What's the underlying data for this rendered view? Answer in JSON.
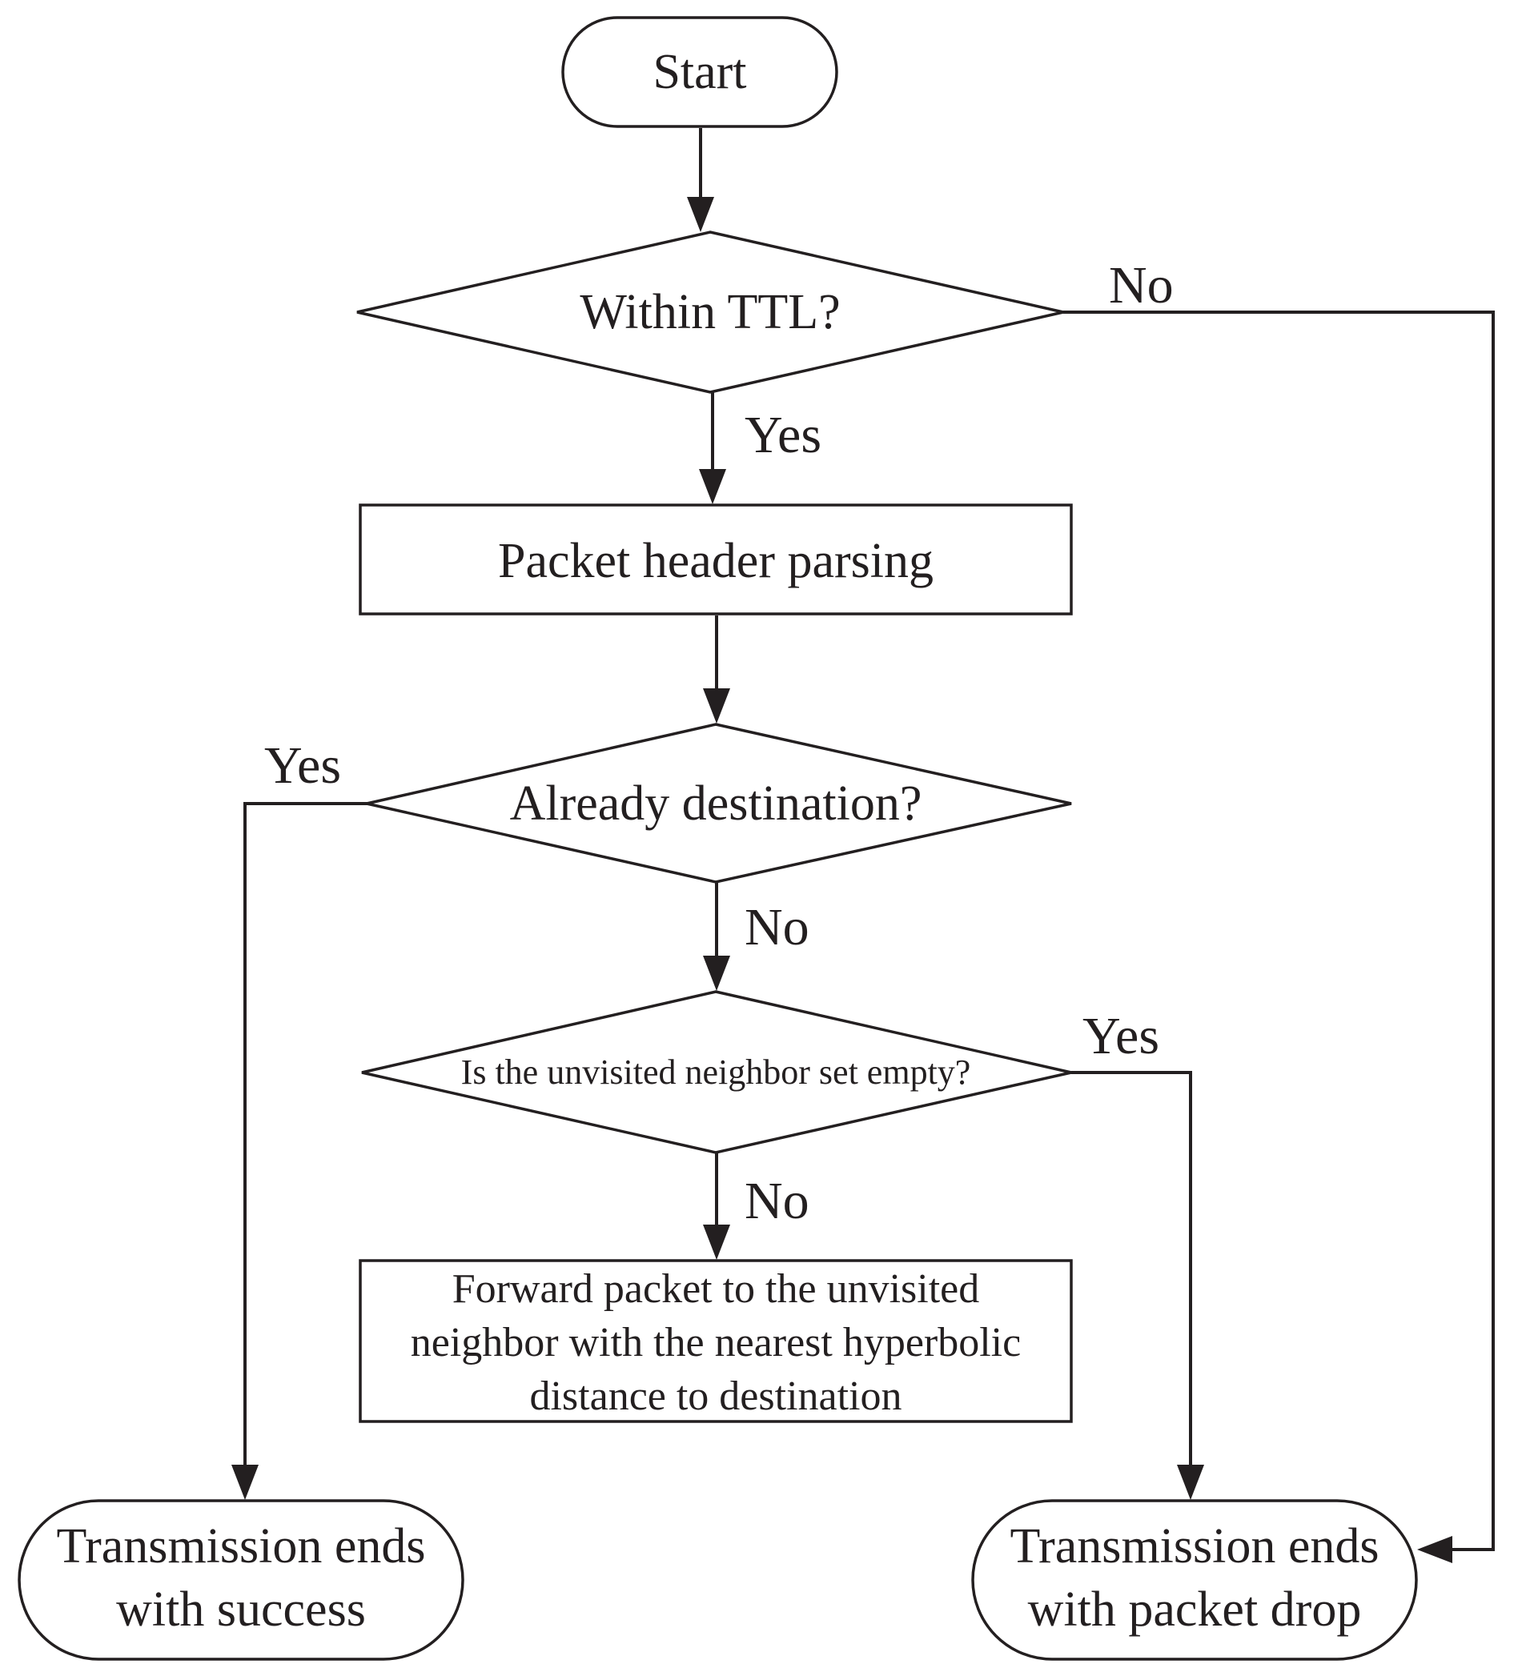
{
  "nodes": {
    "start": {
      "text": "Start"
    },
    "ttl": {
      "text": "Within TTL?"
    },
    "parse": {
      "text": "Packet header parsing"
    },
    "dest": {
      "text": "Already destination?"
    },
    "empty": {
      "text": "Is the unvisited neighbor set empty?"
    },
    "forward": {
      "lines": [
        "Forward packet to the unvisited",
        "neighbor with the nearest hyperbolic",
        "distance to destination"
      ]
    },
    "success": {
      "lines": [
        "Transmission ends",
        "with success"
      ]
    },
    "drop": {
      "lines": [
        "Transmission ends",
        "with packet drop"
      ]
    }
  },
  "edge_labels": {
    "ttl_no": "No",
    "ttl_yes": "Yes",
    "dest_yes": "Yes",
    "dest_no": "No",
    "empty_yes": "Yes",
    "empty_no": "No"
  },
  "colors": {
    "stroke": "#231f20",
    "background": "#ffffff"
  }
}
